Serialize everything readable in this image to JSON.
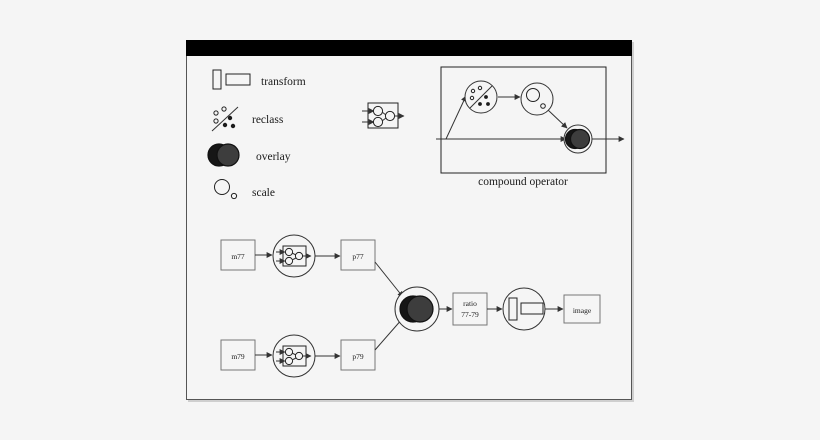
{
  "window": {
    "titlebar_color": "#000000",
    "canvas_bg": "#f5f5f5",
    "page_bg": "#f5f5f5",
    "border_color": "#555555"
  },
  "legend": {
    "items": [
      {
        "icon": "transform-icon",
        "label": "transform"
      },
      {
        "icon": "reclass-icon",
        "label": "reclass"
      },
      {
        "icon": "overlay-icon",
        "label": "overlay"
      },
      {
        "icon": "scale-icon",
        "label": "scale"
      }
    ]
  },
  "palette": {
    "graph_icon": "graph-network-icon"
  },
  "compound": {
    "caption": "compound operator",
    "nodes": [
      {
        "id": "cmp-reclass",
        "icon": "reclass-icon"
      },
      {
        "id": "cmp-scale",
        "icon": "scale-icon"
      },
      {
        "id": "cmp-overlay",
        "icon": "overlay-icon"
      }
    ]
  },
  "workflow": {
    "boxes": [
      {
        "id": "m77",
        "label": "m77"
      },
      {
        "id": "p77",
        "label": "p77"
      },
      {
        "id": "m79",
        "label": "m79"
      },
      {
        "id": "p79",
        "label": "p79"
      },
      {
        "id": "ratio",
        "label_line1": "ratio",
        "label_line2": "77-79"
      },
      {
        "id": "image",
        "label": "image"
      }
    ],
    "operators": [
      {
        "id": "op-reclass-77",
        "icon": "graph-network-icon"
      },
      {
        "id": "op-reclass-79",
        "icon": "graph-network-icon"
      },
      {
        "id": "op-overlay",
        "icon": "overlay-icon"
      },
      {
        "id": "op-transform",
        "icon": "transform-icon"
      }
    ]
  },
  "colors": {
    "line": "#333333",
    "box_stroke": "#777777",
    "fill_dark": "#3d3d3d",
    "fill_darker": "#161616"
  }
}
